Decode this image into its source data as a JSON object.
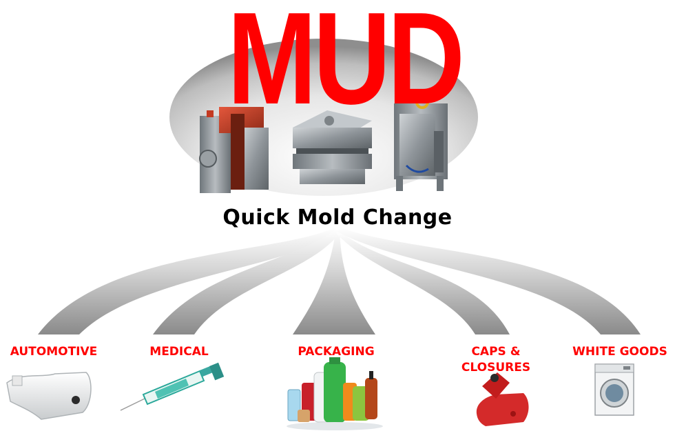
{
  "logo": {
    "text": "MUD"
  },
  "title": "Quick Mold Change",
  "categories": [
    {
      "id": "automotive",
      "label": "AUTOMOTIVE"
    },
    {
      "id": "medical",
      "label": "MEDICAL"
    },
    {
      "id": "packaging",
      "label": "PACKAGING"
    },
    {
      "id": "caps",
      "label_line1": "CAPS &",
      "label_line2": "CLOSURES"
    },
    {
      "id": "white-goods",
      "label": "WHITE GOODS"
    }
  ],
  "colors": {
    "brand_red": "#ff0000",
    "text": "#000000"
  }
}
